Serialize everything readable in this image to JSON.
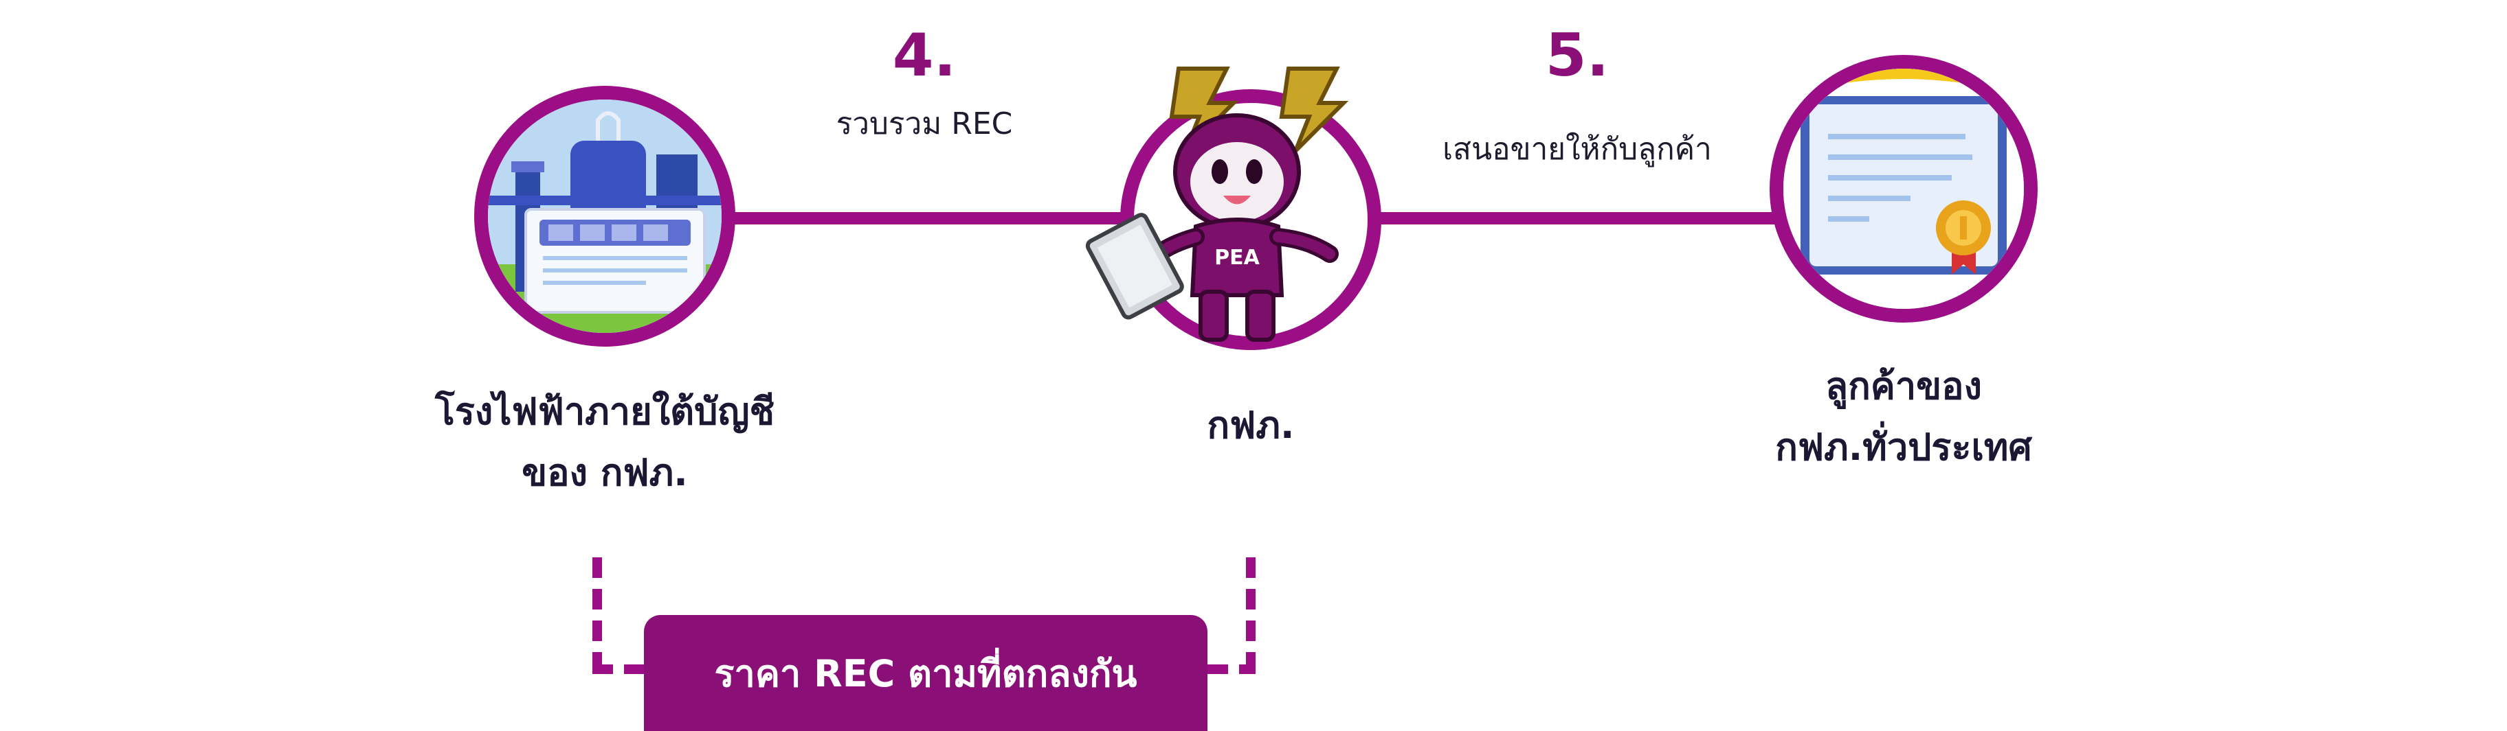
{
  "steps": [
    {
      "number": "4.",
      "label": "รวบรวม REC"
    },
    {
      "number": "5.",
      "label": "เสนอขายให้กับลูกค้า"
    }
  ],
  "nodes": {
    "power_plant": {
      "title_line1": "โรงไฟฟ้าภายใต้บัญชี",
      "title_line2": "ของ กฟภ."
    },
    "pea": {
      "title": "กฟภ.",
      "badge": "PEA"
    },
    "customers": {
      "title_line1": "ลูกค้าของ",
      "title_line2": "กฟภ.ทั่วประเทศ"
    }
  },
  "price_box": {
    "label": "ราคา REC ตามที่ตกลงกัน"
  },
  "icons": [
    "power-plant-icon",
    "pea-mascot-icon",
    "tablet-icon",
    "certificate-icon",
    "medal-icon"
  ],
  "colors": {
    "accent": "#9b0e86",
    "heading": "#8a1077",
    "text": "#1c1733",
    "button_bg": "#8a1077",
    "button_text": "#ffffff"
  }
}
